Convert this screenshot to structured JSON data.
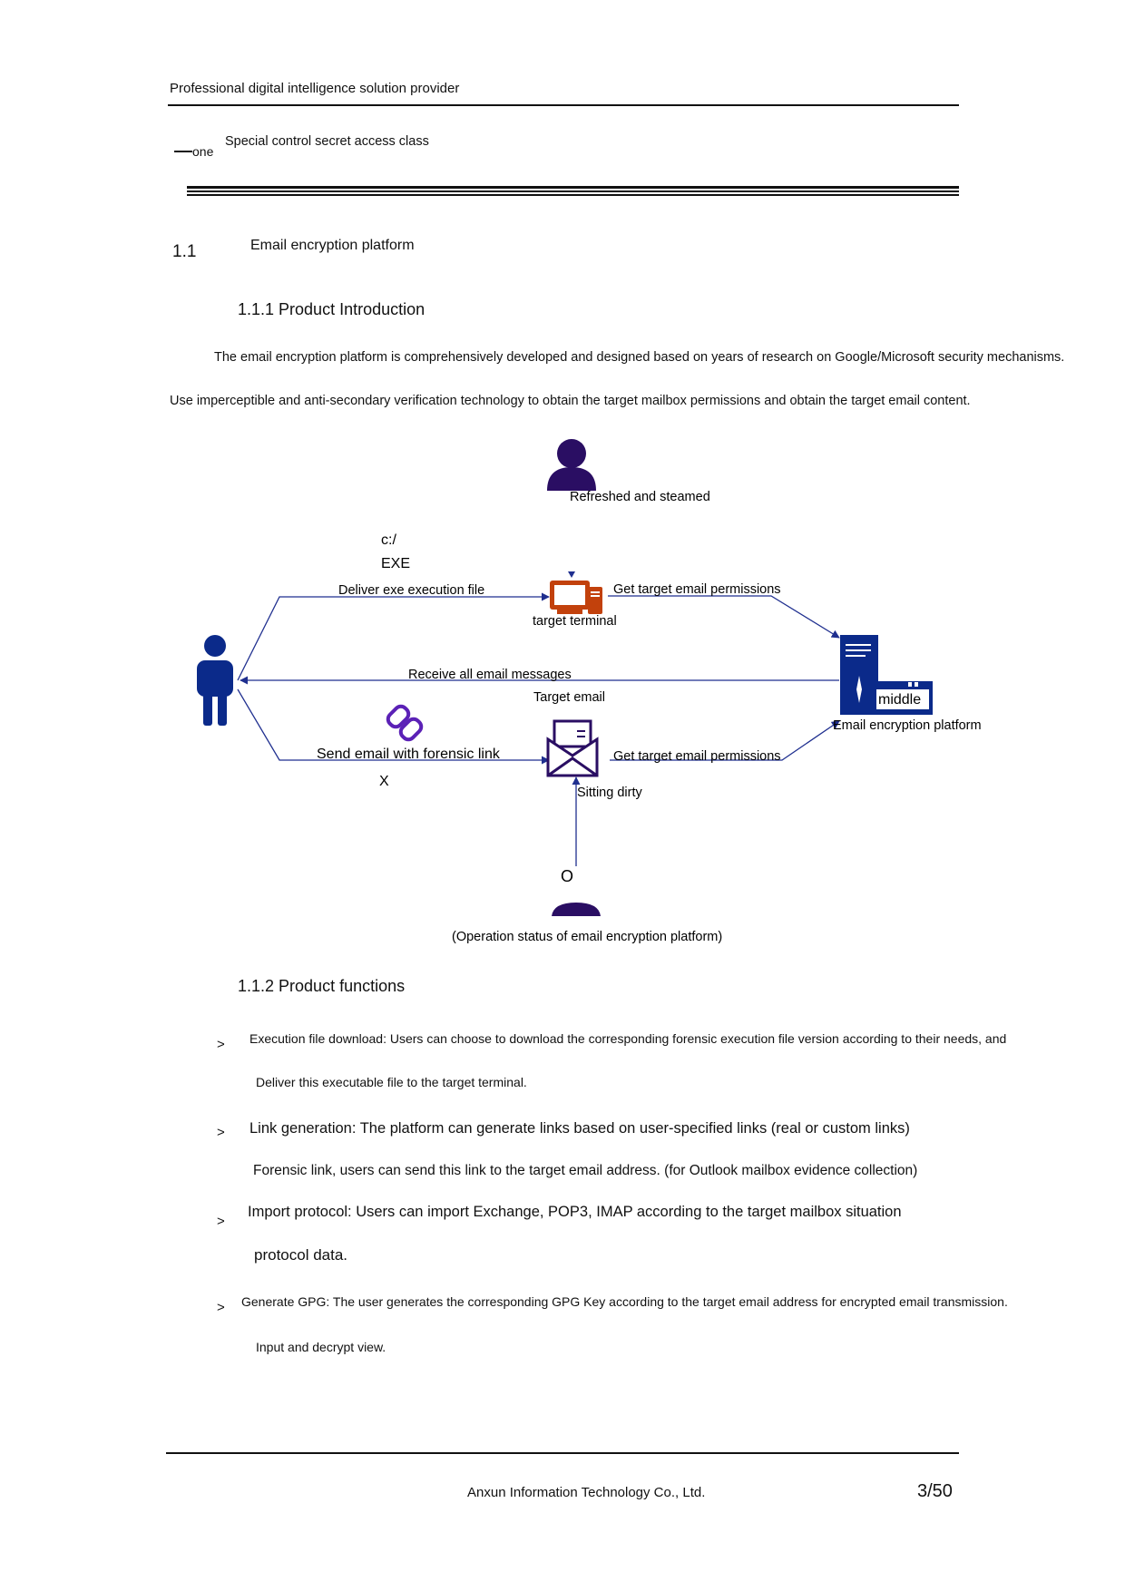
{
  "header": {
    "running_title": "Professional digital intelligence solution provider",
    "chapter_marker": "one",
    "chapter_title": "Special control secret access class"
  },
  "section": {
    "number": "1.1",
    "title": "Email encryption platform"
  },
  "intro": {
    "heading": "1.1.1 Product Introduction",
    "para1": "The email encryption platform is comprehensively developed and designed based on years of research on Google/Microsoft security mechanisms.",
    "para2": "Use imperceptible and anti-secondary verification technology to obtain the target mailbox permissions and obtain the target email content."
  },
  "diagram": {
    "top_person_label": "Refreshed and steamed",
    "exe_line1": "c:/",
    "exe_line2": "EXE",
    "deliver_label": "Deliver exe execution file",
    "terminal_label": "target terminal",
    "get_perm_top": "Get target email permissions",
    "receive_label": "Receive all email messages",
    "target_email_label": "Target email",
    "server_badge": "middle",
    "platform_label": "Email encryption platform",
    "send_link_label": "Send email with forensic link",
    "x_mark": "X",
    "get_perm_bottom": "Get target email permissions",
    "sitting_label": "Sitting dirty",
    "o_mark": "O",
    "caption": "(Operation status of email encryption platform)",
    "colors": {
      "line": "#1f2f8f",
      "navy": "#0b2a8a",
      "purple": "#2a0e63",
      "orange": "#c2410c"
    },
    "icons": [
      "person-icon",
      "user-icon",
      "computer-icon",
      "server-icon",
      "link-icon",
      "envelope-icon",
      "user-partial-icon"
    ]
  },
  "functions": {
    "heading": "1.1.2 Product functions",
    "bullet_symbol": ">",
    "items": [
      {
        "line1": "Execution file download: Users can choose to download the corresponding forensic execution file version according to their needs, and",
        "line2": "Deliver this executable file to the target terminal."
      },
      {
        "line1": "Link generation: The platform can generate links based on user-specified links (real or custom links)",
        "line2": "Forensic link, users can send this link to the target email address. (for Outlook mailbox evidence collection)"
      },
      {
        "line1": "Import protocol: Users can import Exchange, POP3, IMAP according to the target mailbox situation",
        "line2": "protocol data."
      },
      {
        "line1": "Generate GPG: The user generates the corresponding GPG Key according to the target email address for encrypted email transmission.",
        "line2": "Input and decrypt view."
      }
    ]
  },
  "footer": {
    "company": "Anxun Information Technology Co., Ltd.",
    "page": "3/50"
  }
}
